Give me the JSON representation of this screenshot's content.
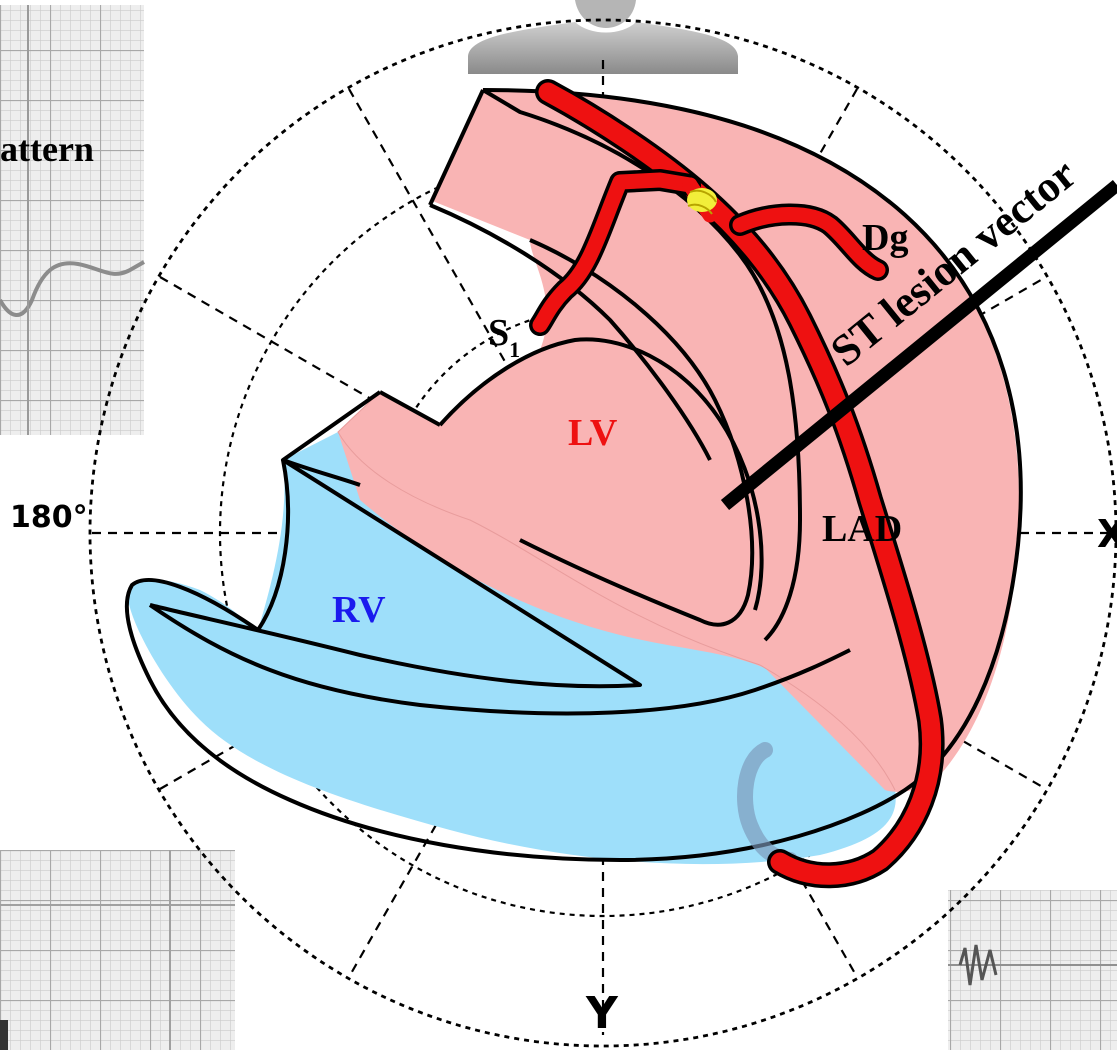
{
  "labels": {
    "pattern_partial": "attern",
    "lv": "LV",
    "rv": "RV",
    "lad": "LAD",
    "dg": "Dg",
    "s1_main": "S",
    "s1_sub": "1",
    "st_vector": "ST lesion vector",
    "angle_180": "180°",
    "axis_x": "X",
    "axis_y": "Y"
  },
  "colors": {
    "lv_wall": "#f9b4b4",
    "rv_wall": "#9edffa",
    "artery": "#ee1111",
    "occlusion": "#f2ee3a",
    "lv_text": "#ee1111",
    "rv_text": "#1a1aee",
    "outline": "#000000",
    "ecg_grid_bg": "#eeeeee",
    "ecg_grid_line": "#c4c4c4"
  },
  "icons": {
    "torso": "torso-silhouette-icon"
  }
}
